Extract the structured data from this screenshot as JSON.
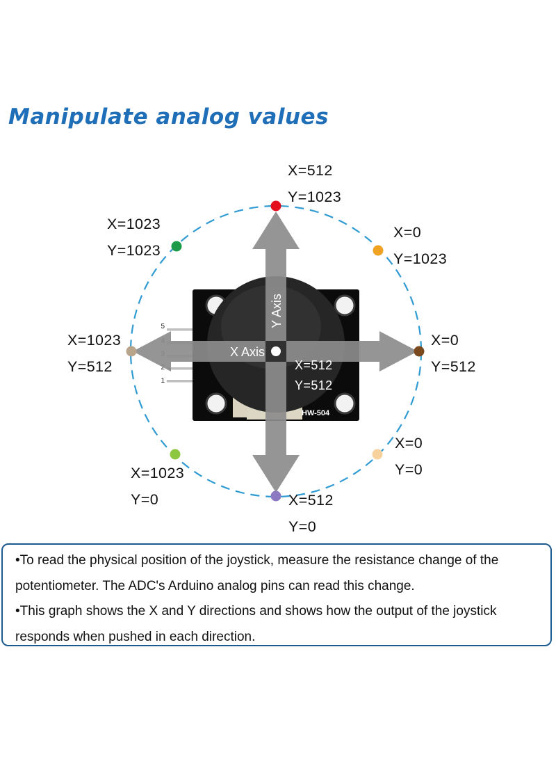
{
  "title": "Manipulate analog values",
  "module": {
    "board_label": "HW-504",
    "pin_numbers": [
      "5",
      "4",
      "3",
      "2",
      "1"
    ],
    "x_axis_label": "X Axis",
    "y_axis_label": "Y Axis"
  },
  "positions": {
    "center": {
      "x": "X=512",
      "y": "Y=512"
    },
    "top": {
      "x": "X=512",
      "y": "Y=1023",
      "color": "#e30f1c"
    },
    "top_right": {
      "x": "X=0",
      "y": "Y=1023",
      "color": "#f0a223"
    },
    "right": {
      "x": "X=0",
      "y": "Y=512",
      "color": "#7a4a1e"
    },
    "bottom_right": {
      "x": "X=0",
      "y": "Y=0",
      "color": "#f7d29e"
    },
    "bottom": {
      "x": "X=512",
      "y": "Y=0",
      "color": "#8d79c2"
    },
    "bottom_left": {
      "x": "X=1023",
      "y": "Y=0",
      "color": "#8dc63f"
    },
    "left": {
      "x": "X=1023",
      "y": "Y=512",
      "color": "#b9a58c"
    },
    "top_left": {
      "x": "X=1023",
      "y": "Y=1023",
      "color": "#1d9a48"
    }
  },
  "colors": {
    "title": "#1f6eb8",
    "circle": "#2f9bd2",
    "arrow": "#8c8c8c",
    "box_border": "#1b5a8f"
  },
  "description": [
    "•To read the physical position of the joystick, measure the resistance change of the potentiometer. The ADC's Arduino analog pins can read this change.",
    "•This graph shows the X and Y directions and shows how the output of the joystick responds when pushed in each direction."
  ]
}
